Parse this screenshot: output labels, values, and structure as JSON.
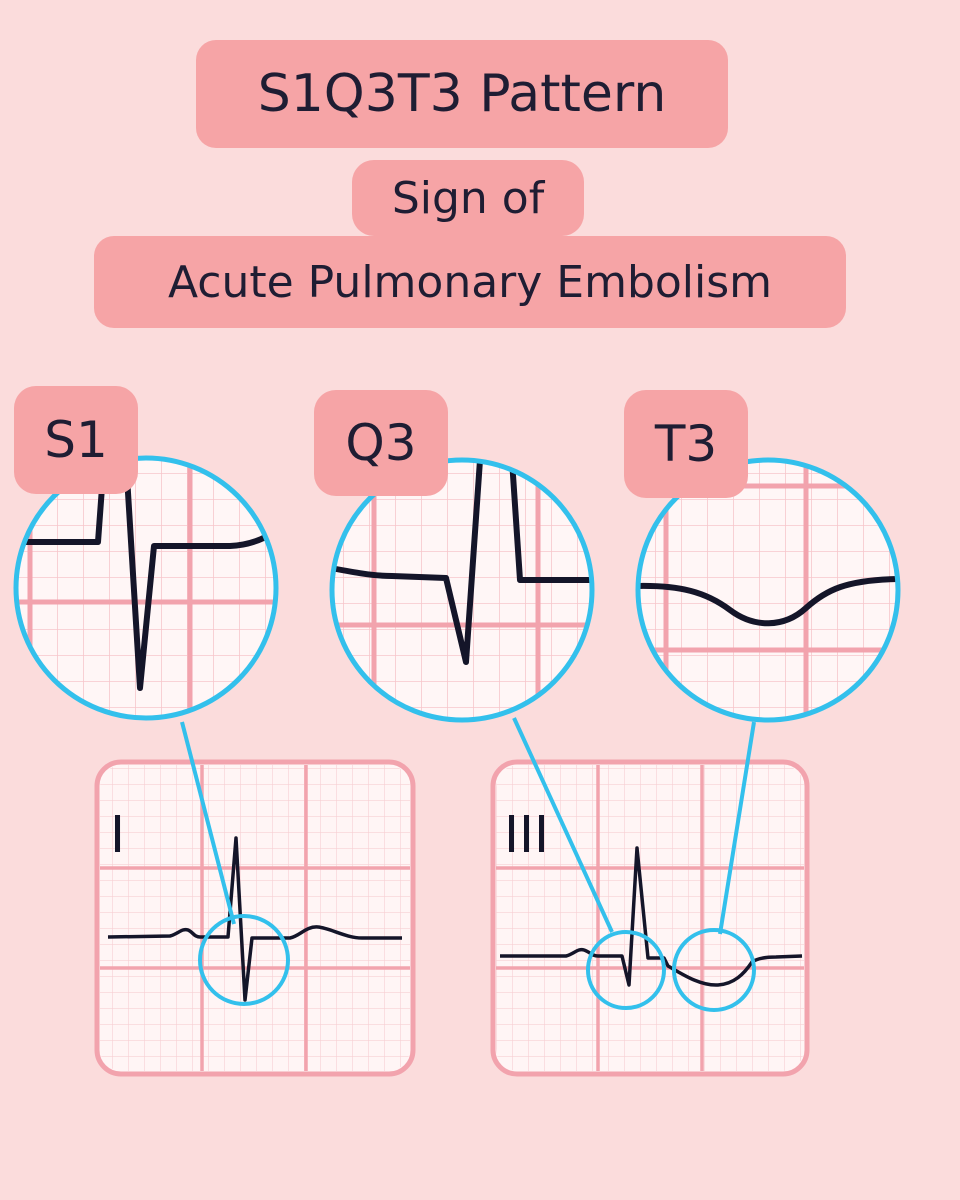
{
  "title": "S1Q3T3 Pattern",
  "subtitle_line1": "Sign of",
  "subtitle_line2": "Acute Pulmonary Embolism",
  "zoom_labels": {
    "s1": "S1",
    "q3": "Q3",
    "t3": "T3"
  },
  "lead_labels": {
    "lead_i": "I",
    "lead_iii": "III"
  },
  "colors": {
    "background": "#fbdcdc",
    "label_fill": "#f6a4a6",
    "grid_major": "#f2a3ad",
    "grid_minor": "#f7c8cd",
    "ecg_trace": "#141529",
    "magnifier": "#33c0ec"
  }
}
